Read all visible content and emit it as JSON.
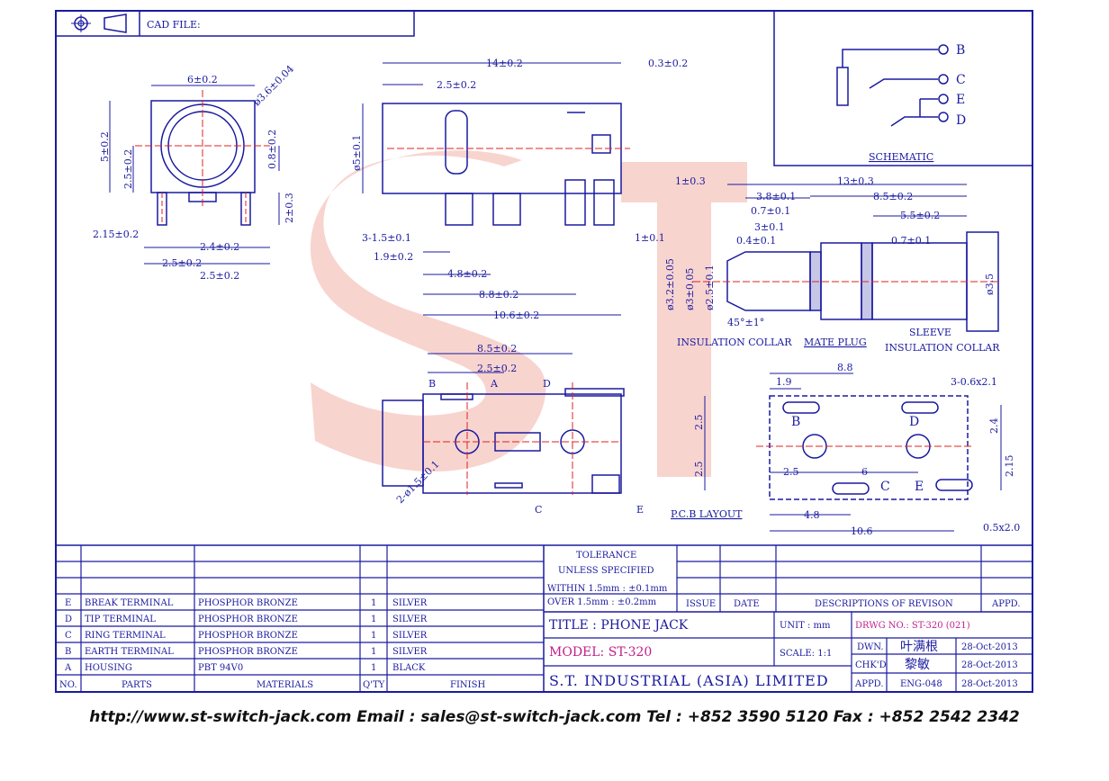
{
  "header": {
    "cad_label": "CAD FILE:"
  },
  "front_view": {
    "width": "6±0.2",
    "hole": "ø3.6±0.04",
    "height": "5±0.2",
    "half_height": "2.5±0.2",
    "offset": "0.8±0.2",
    "pin_len": "2±0.3",
    "pin_w": "2.15±0.2",
    "pitch1": "2.4±0.2",
    "pitch2": "2.5±0.2",
    "pitch3": "2.5±0.2"
  },
  "side_view": {
    "length": "14±0.2",
    "tail": "0.3±0.2",
    "nose": "2.5±0.2",
    "dia": "ø5±0.1",
    "pins": "3-1.5±0.1",
    "pin_gap": "1.9±0.2",
    "d48": "4.8±0.2",
    "d88": "8.8±0.2",
    "d106": "10.6±0.2",
    "d1": "1±0.1"
  },
  "plug": {
    "d1": "1±0.3",
    "d13": "13±0.3",
    "d38": "3.8±0.1",
    "d07a": "0.7±0.1",
    "d85": "8.5±0.2",
    "d55": "5.5±0.2",
    "d3": "3±0.1",
    "d04": "0.4±0.1",
    "d07b": "0.7±0.1",
    "dia32": "ø3.2±0.05",
    "dia3": "ø3±0.05",
    "dia25": "ø2.5±0.1",
    "angle": "45°±1°",
    "dia35": "ø3.5",
    "ins_collar": "INSULATION COLLAR",
    "mate": "MATE PLUG",
    "sleeve": "SLEEVE",
    "sleeve_collar": "INSULATION COLLAR"
  },
  "schematic": {
    "title": "SCHEMATIC",
    "b": "B",
    "c": "C",
    "e": "E",
    "d": "D"
  },
  "bottom_view": {
    "d85": "8.5±0.2",
    "d25": "2.5±0.2",
    "b": "B",
    "a": "A",
    "d": "D",
    "c": "C",
    "e": "E",
    "holes": "2-ø1.5±0.1"
  },
  "pcb": {
    "title": "P.C.B LAYOUT",
    "d19": "1.9",
    "d88": "8.8",
    "slots": "3-0.6x2.1",
    "b": "B",
    "d": "D",
    "c": "C",
    "e": "E",
    "v25a": "2.5",
    "v25b": "2.5",
    "v24": "2.4",
    "v215": "2.15",
    "h25": "2.5",
    "h6": "6",
    "h48": "4.8",
    "h106": "10.6",
    "slot2": "0.5x2.0"
  },
  "tolerance": {
    "line1": "TOLERANCE",
    "line2": "UNLESS SPECIFIED",
    "line3": "WITHIN 1.5mm : ±0.1mm",
    "line4": "OVER 1.5mm : ±0.2mm"
  },
  "rev_headers": {
    "issue": "ISSUE",
    "date": "DATE",
    "desc": "DESCRIPTIONS OF REVISON",
    "appd": "APPD."
  },
  "parts": [
    {
      "no": "E",
      "part": "BREAK TERMINAL",
      "material": "PHOSPHOR BRONZE",
      "qty": "1",
      "finish": "SILVER"
    },
    {
      "no": "D",
      "part": "TIP TERMINAL",
      "material": "PHOSPHOR BRONZE",
      "qty": "1",
      "finish": "SILVER"
    },
    {
      "no": "C",
      "part": "RING TERMINAL",
      "material": "PHOSPHOR BRONZE",
      "qty": "1",
      "finish": "SILVER"
    },
    {
      "no": "B",
      "part": "EARTH TERMINAL",
      "material": "PHOSPHOR BRONZE",
      "qty": "1",
      "finish": "SILVER"
    },
    {
      "no": "A",
      "part": "HOUSING",
      "material": "PBT 94V0",
      "qty": "1",
      "finish": "BLACK"
    }
  ],
  "parts_headers": {
    "no": "NO.",
    "part": "PARTS",
    "material": "MATERIALS",
    "qty": "Q'TY",
    "finish": "FINISH"
  },
  "title_block": {
    "title": "TITLE : PHONE JACK",
    "unit": "UNIT : mm",
    "drwg": "DRWG NO.: ST-320 (021)",
    "model": "MODEL: ST-320",
    "scale": "SCALE: 1:1",
    "dwn": "DWN.",
    "dwn_name": "叶满根",
    "dwn_date": "28-Oct-2013",
    "chkd": "CHK'D",
    "chkd_name": "黎敏",
    "chkd_date": "28-Oct-2013",
    "company": "S.T. INDUSTRIAL (ASIA) LIMITED",
    "appd": "APPD.",
    "appd_name": "ENG-048",
    "appd_date": "28-Oct-2013"
  },
  "footer": "http://www.st-switch-jack.com  Email : sales@st-switch-jack.com  Tel : +852 3590 5120  Fax : +852 2542 2342",
  "colors": {
    "line": "#1a1aa0",
    "red": "#e02020",
    "watermark": "#f2b0a8",
    "magenta": "#c0208a"
  }
}
